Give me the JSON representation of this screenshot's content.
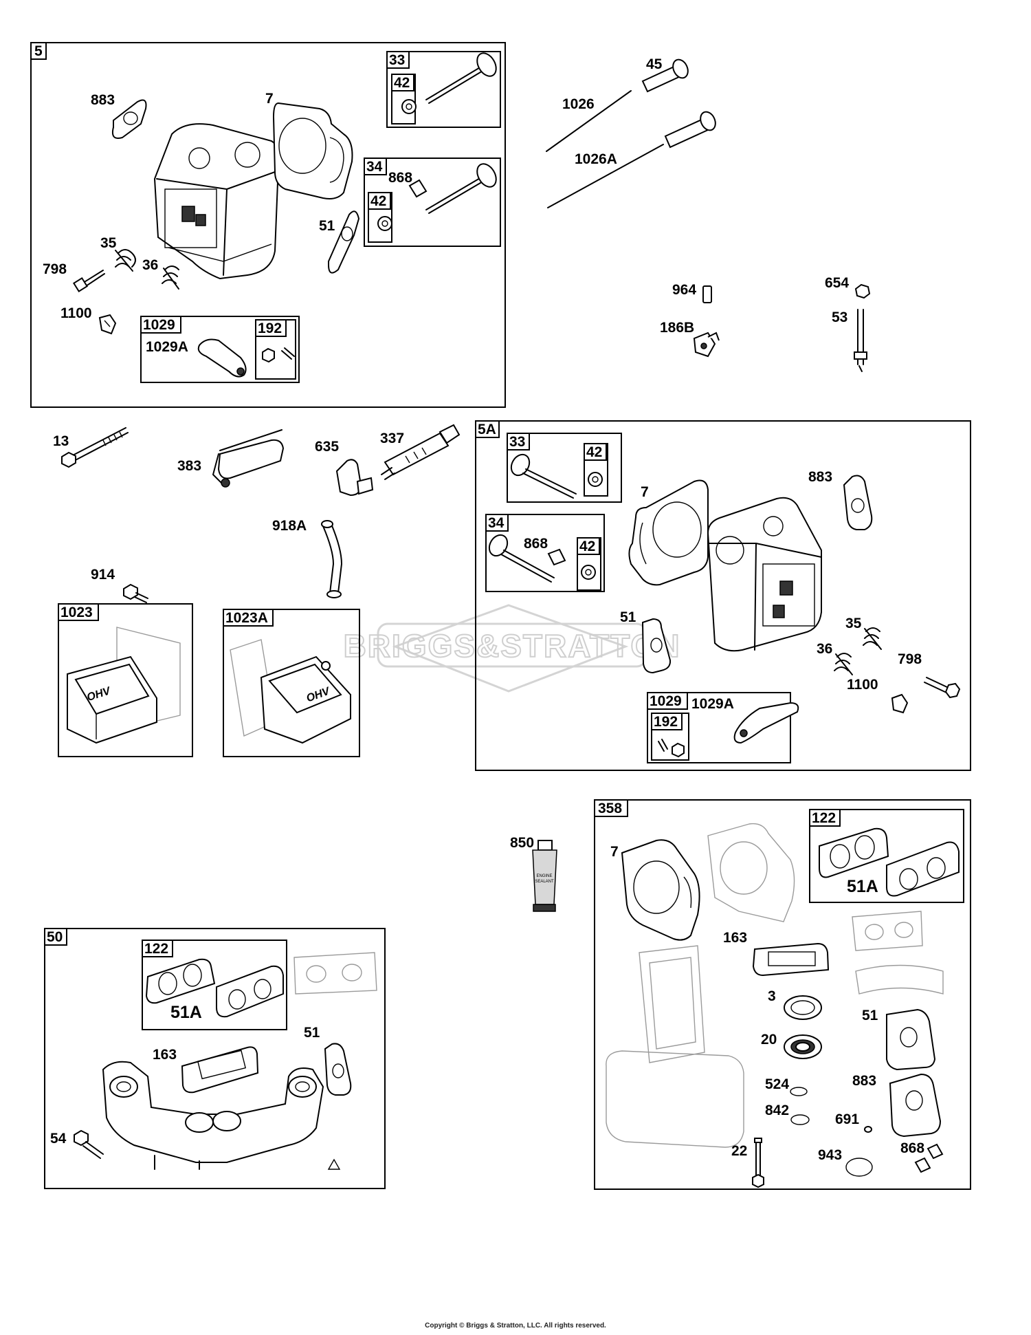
{
  "kits": {
    "k5": "5",
    "k5a": "5A",
    "k33": "33",
    "k34": "34",
    "k42": "42",
    "k1029": "1029",
    "k192": "192",
    "k1023": "1023",
    "k1023a": "1023A",
    "k50": "50",
    "k122": "122",
    "k358": "358"
  },
  "labels": {
    "p883": "883",
    "p7": "7",
    "p35": "35",
    "p36": "36",
    "p798": "798",
    "p1100": "1100",
    "p1029a": "1029A",
    "p51": "51",
    "p868": "868",
    "p45": "45",
    "p1026": "1026",
    "p1026a": "1026A",
    "p964": "964",
    "p186b": "186B",
    "p654": "654",
    "p53": "53",
    "p13": "13",
    "p383": "383",
    "p635": "635",
    "p337": "337",
    "p918a": "918A",
    "p914": "914",
    "p850": "850",
    "p51a": "51A",
    "p163": "163",
    "p54": "54",
    "p3": "3",
    "p20": "20",
    "p524": "524",
    "p842": "842",
    "p691": "691",
    "p22": "22",
    "p943": "943"
  },
  "watermark": "BRIGGS&STRATTON",
  "tube_text": [
    "ENGINE",
    "SEALANT"
  ],
  "cover_text": "OHV",
  "copyright": "Copyright © Briggs & Stratton, LLC. All rights reserved."
}
